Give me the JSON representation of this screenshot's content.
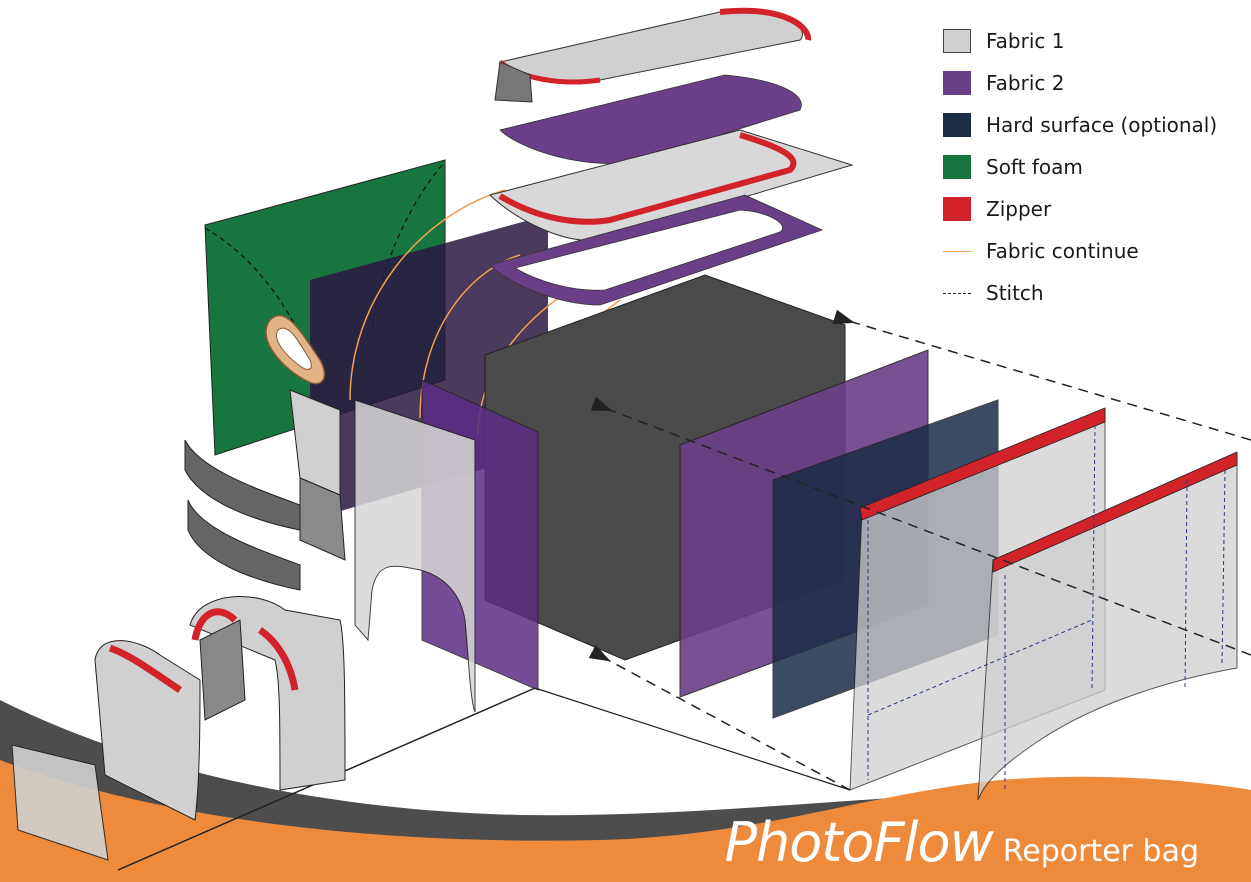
{
  "legend": {
    "items": [
      {
        "label": "Fabric 1",
        "kind": "swatch",
        "color": "#d0d0d0",
        "border": "#444444"
      },
      {
        "label": "Fabric 2",
        "kind": "swatch",
        "color": "#6a3f88",
        "border": "#6a3f88"
      },
      {
        "label": "Hard surface (optional)",
        "kind": "swatch",
        "color": "#1c2c47",
        "border": "#1c2c47"
      },
      {
        "label": "Soft foam",
        "kind": "swatch",
        "color": "#17753f",
        "border": "#17753f"
      },
      {
        "label": "Zipper",
        "kind": "swatch",
        "color": "#d2232a",
        "border": "#d2232a"
      },
      {
        "label": "Fabric continue",
        "kind": "line",
        "color": "#f0a050"
      },
      {
        "label": "Stitch",
        "kind": "dashed",
        "color": "#222222"
      }
    ]
  },
  "brand": {
    "name": "PhotoFlow",
    "subtitle": "Reporter bag"
  },
  "colors": {
    "fabric1": "#d0d0d0",
    "fabric2": "#6a3f88",
    "hard": "#1c2c47",
    "foam": "#17753f",
    "zipper": "#d2232a",
    "continue": "#f0a050",
    "dark_box": "#4a4a4a",
    "orange_band": "#ee8a3c",
    "grey_band": "#4d4d4d"
  }
}
